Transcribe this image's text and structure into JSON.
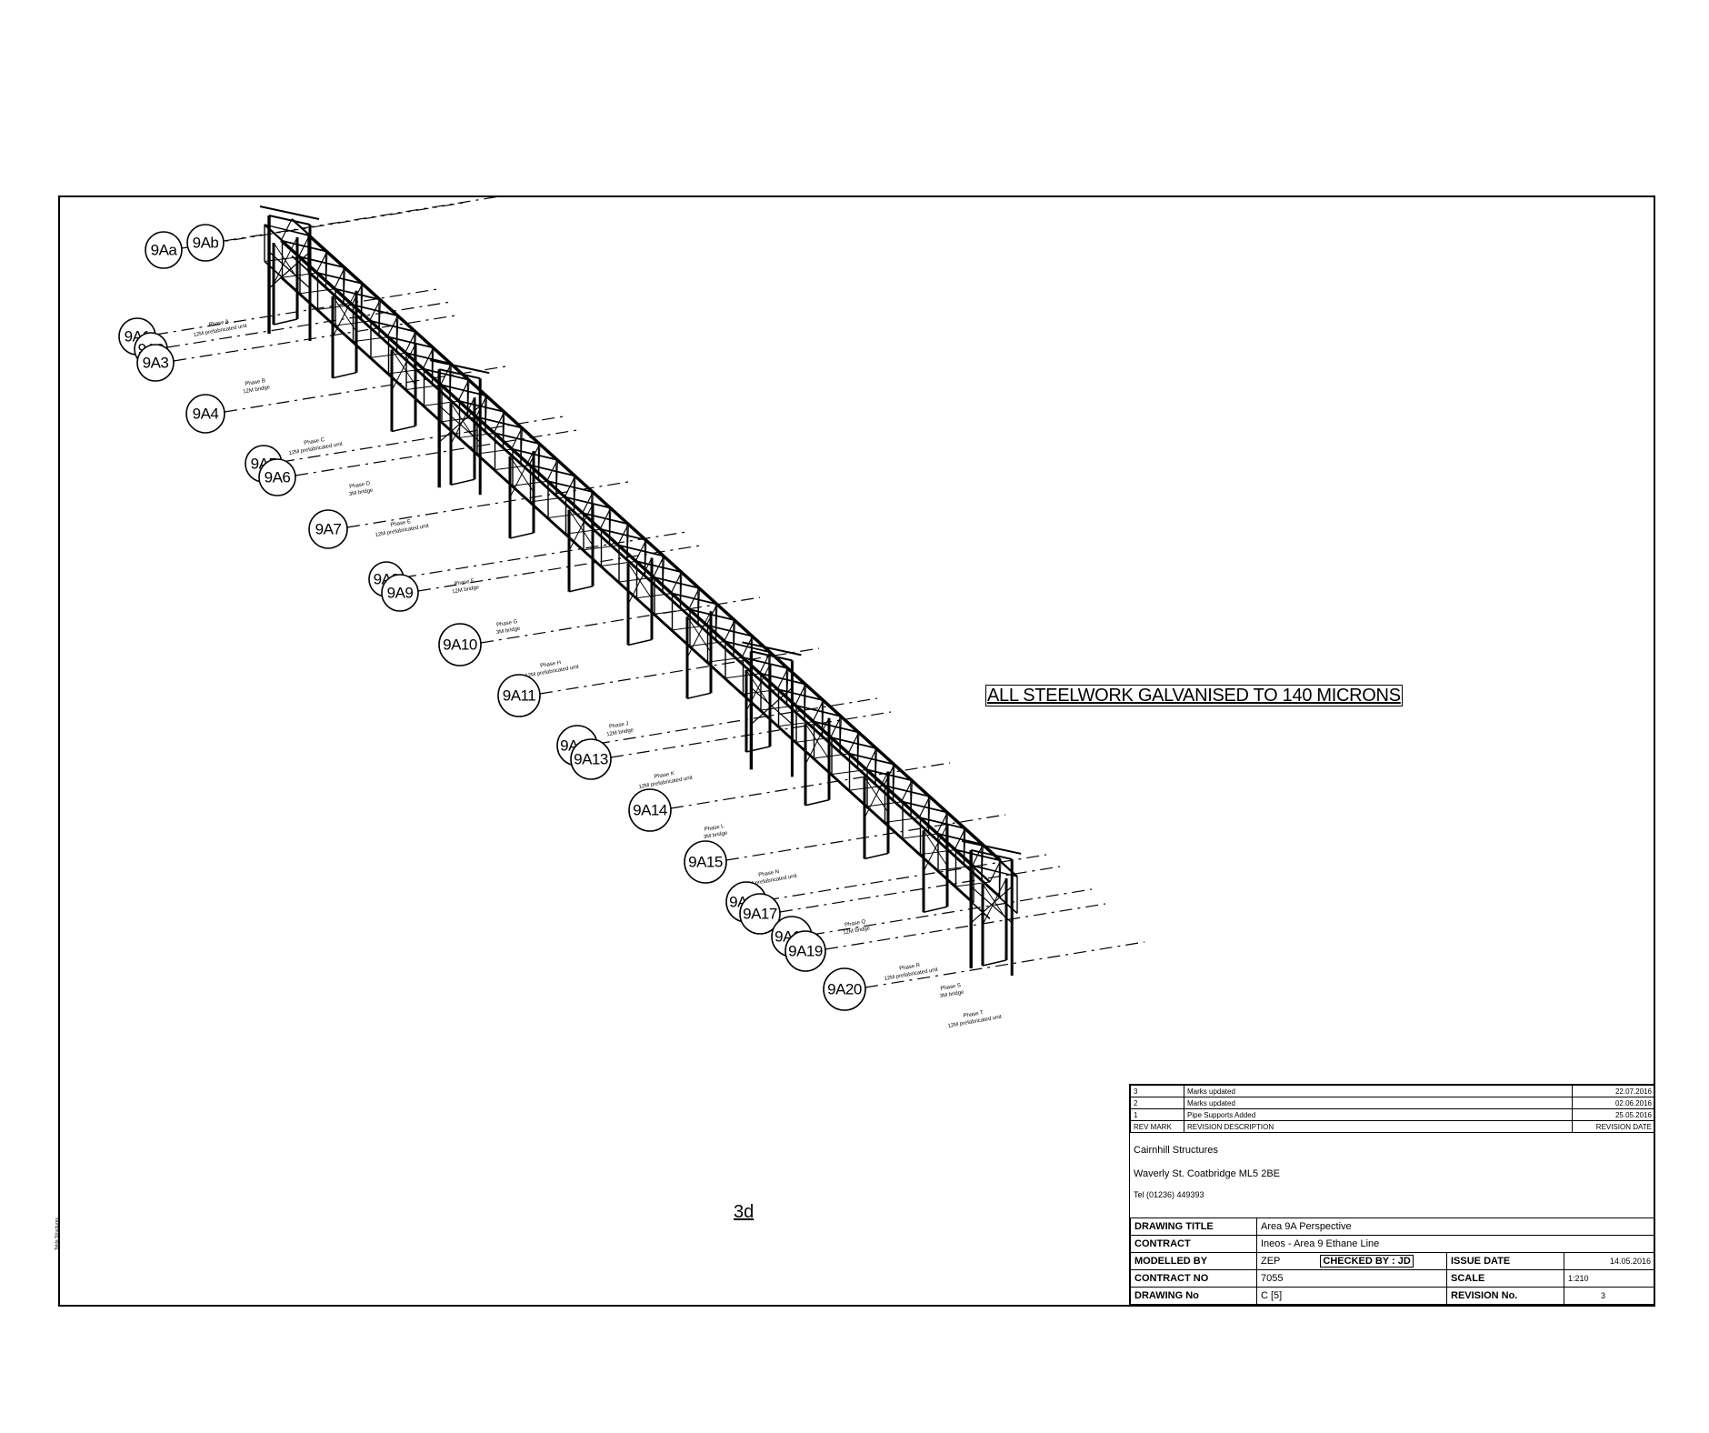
{
  "note": "ALL STEELWORK GALVANISED TO 140 MICRONS",
  "view_label": "3d",
  "side_text": "Tekla Structures",
  "tags": [
    {
      "label": "9Aa"
    },
    {
      "label": "9Ab"
    },
    {
      "label": "9A1"
    },
    {
      "label": "9A2"
    },
    {
      "label": "9A3"
    },
    {
      "label": "9A4"
    },
    {
      "label": "9A5"
    },
    {
      "label": "9A6"
    },
    {
      "label": "9A7"
    },
    {
      "label": "9A8"
    },
    {
      "label": "9A9"
    },
    {
      "label": "9A10"
    },
    {
      "label": "9A11"
    },
    {
      "label": "9A12"
    },
    {
      "label": "9A13"
    },
    {
      "label": "9A14"
    },
    {
      "label": "9A15"
    },
    {
      "label": "9A16"
    },
    {
      "label": "9A17"
    },
    {
      "label": "9A18"
    },
    {
      "label": "9A19"
    },
    {
      "label": "9A20"
    }
  ],
  "phase_labels": [
    [
      "Phase A",
      "12M prefabricated unit"
    ],
    [
      "Phase B",
      "12M bridge"
    ],
    [
      "Phase C",
      "12M prefabricated unit"
    ],
    [
      "Phase D",
      "3M bridge"
    ],
    [
      "Phase E",
      "12M prefabricated unit"
    ],
    [
      "Phase F",
      "12M bridge"
    ],
    [
      "Phase G",
      "3M bridge"
    ],
    [
      "Phase H",
      "12M prefabricated unit"
    ],
    [
      "Phase J",
      "12M bridge"
    ],
    [
      "Phase K",
      "12M prefabricated unit"
    ],
    [
      "Phase L",
      "3M bridge"
    ],
    [
      "Phase N",
      "12M prefabricated unit"
    ],
    [
      "Phase Q",
      "12M bridge"
    ],
    [
      "Phase R",
      "12M prefabricated unit"
    ],
    [
      "Phase S",
      "3M bridge"
    ],
    [
      "Phase T",
      "12M prefabricated unit"
    ]
  ],
  "revisions": [
    {
      "mark": "3",
      "description": "Marks updated",
      "date": "22.07.2016"
    },
    {
      "mark": "2",
      "description": "Marks updated",
      "date": "02.06.2016"
    },
    {
      "mark": "1",
      "description": "Pipe Supports Added",
      "date": "25.05.2016"
    }
  ],
  "revision_headers": {
    "mark": "REV MARK",
    "description": "REVISION DESCRIPTION",
    "date": "REVISION DATE"
  },
  "company": {
    "name": "Cairnhill Structures",
    "address": "Waverly St. Coatbridge ML5 2BE",
    "tel": "Tel (01236) 449393"
  },
  "title_block": {
    "drawing_title_label": "DRAWING TITLE",
    "drawing_title": "Area 9A Perspective",
    "contract_label": "CONTRACT",
    "contract": "Ineos - Area 9 Ethane Line",
    "modelled_by_label": "MODELLED BY",
    "modelled_by": "ZEP",
    "checked_by": "CHECKED BY : JD",
    "issue_date_label": "ISSUE DATE",
    "issue_date": "14.05.2016",
    "contract_no_label": "CONTRACT NO",
    "contract_no": "7055",
    "scale_label": "SCALE",
    "scale": "1:210",
    "drawing_no_label": "DRAWING No",
    "drawing_no": "C [5]",
    "revision_no_label": "REVISION No.",
    "revision_no": "3"
  }
}
